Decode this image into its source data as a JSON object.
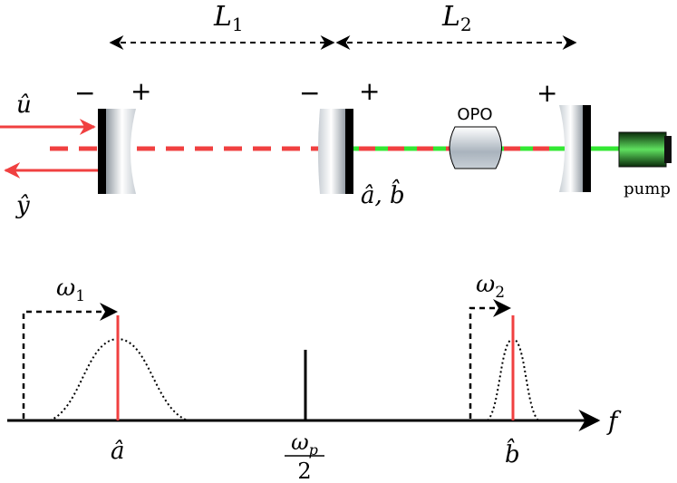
{
  "top": {
    "length_labels": {
      "l1": "L",
      "l1_sub": "1",
      "l2": "L",
      "l2_sub": "2"
    },
    "input_label": "û",
    "output_label": "ŷ",
    "mode_label": "â, b̂",
    "opo_label": "OPO",
    "pump_label": "pump",
    "sign_minus": "−",
    "sign_plus": "+"
  },
  "bottom": {
    "omega1": "ω",
    "omega1_sub": "1",
    "omega2": "ω",
    "omega2_sub": "2",
    "a_label": "â",
    "b_label": "b̂",
    "axis_label": "f",
    "pump_numer": "ω",
    "pump_numer_sub": "p",
    "pump_denom": "2"
  },
  "colors": {
    "red_beam": "#f04040",
    "green_beam": "#33e833",
    "black": "#000000"
  }
}
